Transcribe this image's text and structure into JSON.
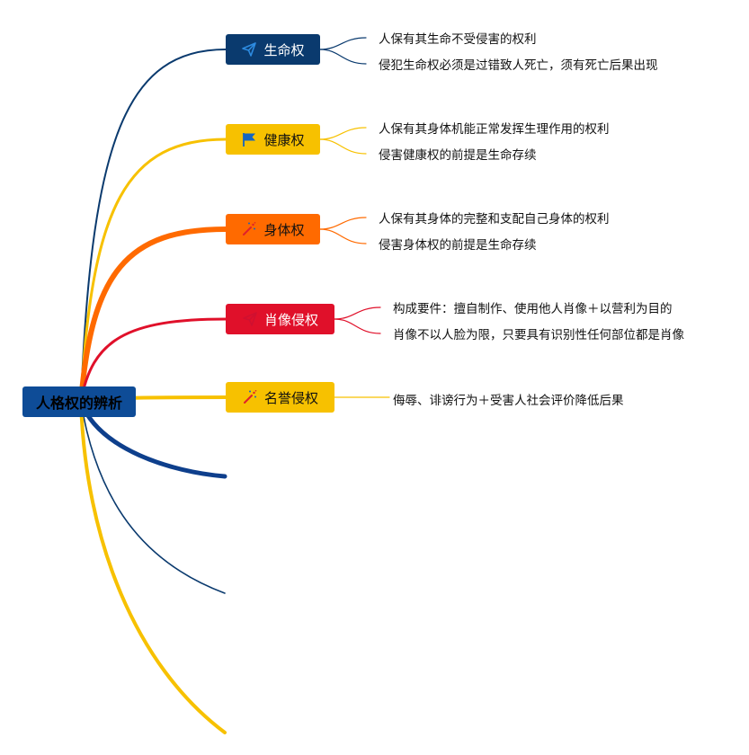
{
  "root": {
    "label": "人格权的辨析",
    "color": "#0E4C97"
  },
  "branches": [
    {
      "label": "生命权",
      "color": "#0A3A6E",
      "text_color": "#ffffff",
      "icon": "paper-plane-icon",
      "icon_color": "#2D8BE0",
      "children": [
        "人保有其生命不受侵害的权利",
        "侵犯生命权必须是过错致人死亡，须有死亡后果出现"
      ]
    },
    {
      "label": "健康权",
      "color": "#F7C100",
      "text_color": "#111111",
      "icon": "flag-icon",
      "icon_color": "#1565C0",
      "children": [
        "人保有其身体机能正常发挥生理作用的权利",
        "侵害健康权的前提是生命存续"
      ]
    },
    {
      "label": "身体权",
      "color": "#FF6A00",
      "text_color": "#111111",
      "icon": "magic-wand-icon",
      "icon_color": "#E0202A",
      "children": [
        "人保有其身体的完整和支配自己身体的权利",
        "侵害身体权的前提是生命存续"
      ]
    },
    {
      "label": "肖像侵权",
      "color": "#E0102A",
      "text_color": "#ffffff",
      "icon": "paper-plane-icon",
      "icon_color": "#D01030",
      "children": [
        "构成要件：擅自制作、使用他人肖像＋以营利为目的",
        "肖像不以人脸为限，只要具有识别性任何部位都是肖像"
      ]
    },
    {
      "label": "名誉侵权",
      "color": "#F7C100",
      "text_color": "#111111",
      "icon": "magic-wand-icon",
      "icon_color": "#E0202A",
      "children": [
        "侮辱、诽谤行为＋受害人社会评价降低后果"
      ]
    }
  ],
  "empty_branch_colors": [
    "#0E3F8C",
    "#0A3A6E",
    "#F7C100"
  ]
}
